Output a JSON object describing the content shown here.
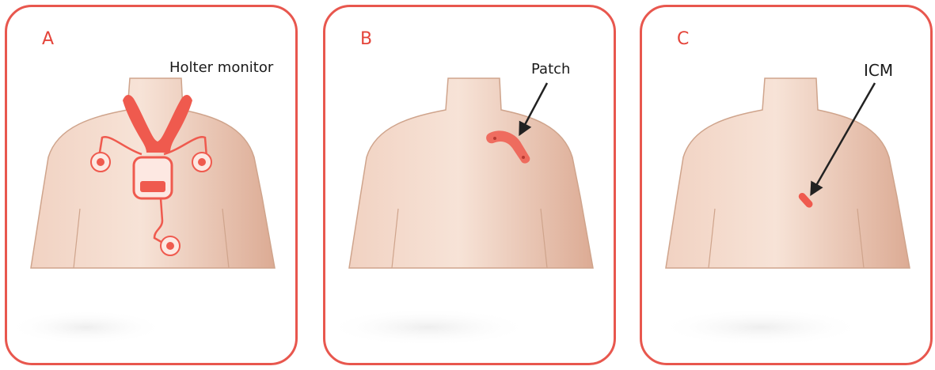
{
  "panels": [
    {
      "letter": "A",
      "callout": "Holter monitor"
    },
    {
      "letter": "B",
      "callout": "Patch"
    },
    {
      "letter": "C",
      "callout": "ICM"
    }
  ],
  "colors": {
    "border": "#e8574e",
    "letter": "#e4443a",
    "skin_light": "#f6dfd2",
    "skin_dark": "#e2b49e",
    "skin_outline": "#cfa48c",
    "device": "#ef5a4e",
    "device_dark": "#d8443a",
    "arrow": "#222222"
  },
  "icons": [
    "torso-illustration",
    "holter-monitor-device",
    "ecg-patch",
    "implantable-cardiac-monitor"
  ]
}
